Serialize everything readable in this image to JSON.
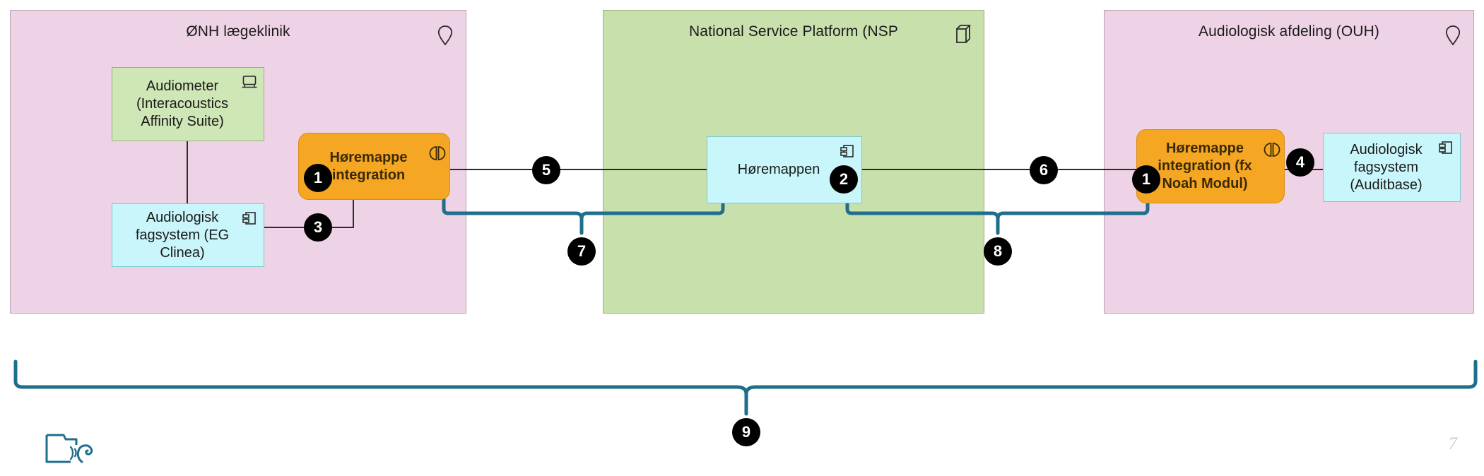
{
  "slide": {
    "page_number": "7",
    "logo_icon": "folder-ear-icon",
    "background_color": "#ffffff"
  },
  "colors": {
    "group_pink": "#eed2e5",
    "group_pink_border": "#b9a0b0",
    "group_green": "#c8e0ac",
    "group_green_border": "#9ab183",
    "application_blue": "#c9f6fb",
    "application_blue_border": "#7fc7d4",
    "system_green": "#cfe6b6",
    "service_orange": "#f5a623",
    "service_orange_border": "#d98c12",
    "wire_dark": "#2b2b2b",
    "wire_teal": "#1f6e8c",
    "bullet_black": "#000000",
    "page_number_gray": "#c7cdd4"
  },
  "groups": [
    {
      "id": "g1",
      "title": "ØNH lægeklinik",
      "icon": "location-pin-icon",
      "type": "pink"
    },
    {
      "id": "g2",
      "title": "National Service Platform (NSP",
      "icon": "node-cube-icon",
      "type": "green"
    },
    {
      "id": "g3",
      "title": "Audiologisk afdeling (OUH)",
      "icon": "location-pin-icon",
      "type": "pink"
    }
  ],
  "nodes": [
    {
      "id": "n1",
      "label": "Audiometer (Interacoustics Affinity Suite)",
      "icon": "device-icon",
      "type": "sys"
    },
    {
      "id": "n2",
      "label": "Audiologisk fagsystem (EG Clinea)",
      "icon": "component-icon",
      "type": "app"
    },
    {
      "id": "n3",
      "label": "Høremappe integration",
      "icon": "interface-icon",
      "type": "svc"
    },
    {
      "id": "n4",
      "label": "Høremappen",
      "icon": "component-icon",
      "type": "app"
    },
    {
      "id": "n5",
      "label": "Høremappe integration (fx Noah Modul)",
      "icon": "interface-icon",
      "type": "svc"
    },
    {
      "id": "n6",
      "label": "Audiologisk fagsystem (Auditbase)",
      "icon": "component-icon",
      "type": "app"
    }
  ],
  "bullets": [
    {
      "id": "b1",
      "label": "1",
      "anchor": "klinik-hoeremappe-integration"
    },
    {
      "id": "b3",
      "label": "3",
      "anchor": "klinik-fagsystem-to-integration"
    },
    {
      "id": "b5",
      "label": "5",
      "anchor": "klinik-to-nsp-link"
    },
    {
      "id": "b2",
      "label": "2",
      "anchor": "hoeremappen-component"
    },
    {
      "id": "b6",
      "label": "6",
      "anchor": "nsp-to-ouh-link"
    },
    {
      "id": "b1b",
      "label": "1",
      "anchor": "ouh-hoeremappe-integration"
    },
    {
      "id": "b4",
      "label": "4",
      "anchor": "ouh-integration-to-fagsystem"
    },
    {
      "id": "b7",
      "label": "7",
      "anchor": "teal-link-klinik-nsp"
    },
    {
      "id": "b8",
      "label": "8",
      "anchor": "teal-link-nsp-ouh"
    },
    {
      "id": "b9",
      "label": "9",
      "anchor": "overall-scope-brace"
    }
  ]
}
